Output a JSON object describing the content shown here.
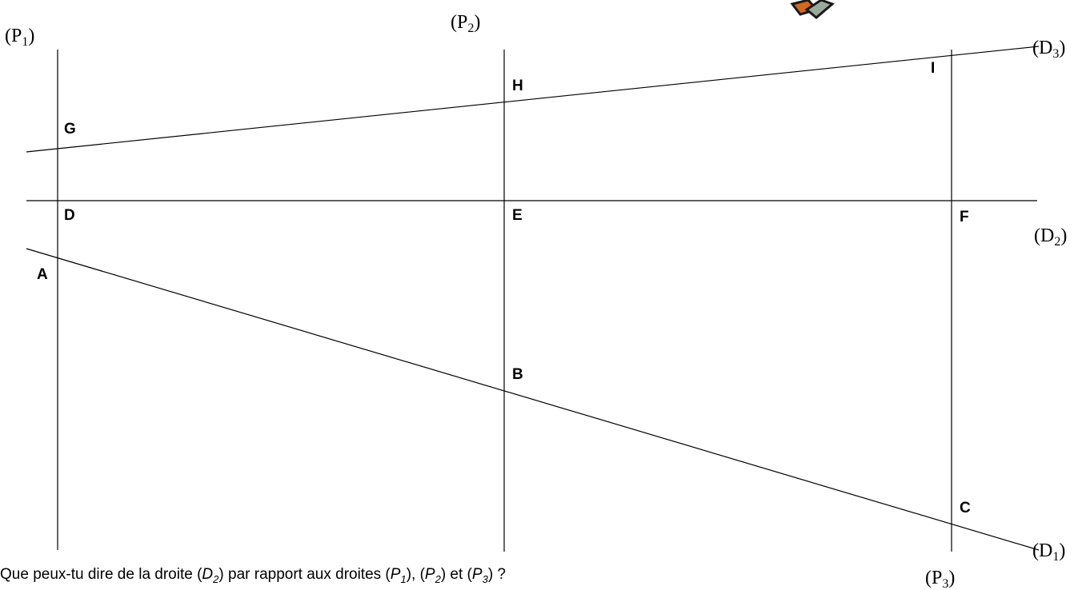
{
  "lines": {
    "P1": {
      "name": "P",
      "sub": "1"
    },
    "P2": {
      "name": "P",
      "sub": "2"
    },
    "P3": {
      "name": "P",
      "sub": "3"
    },
    "D1": {
      "name": "D",
      "sub": "1"
    },
    "D2": {
      "name": "D",
      "sub": "2"
    },
    "D3": {
      "name": "D",
      "sub": "3"
    }
  },
  "points": {
    "A": "A",
    "B": "B",
    "C": "C",
    "D": "D",
    "E": "E",
    "F": "F",
    "G": "G",
    "H": "H",
    "I": "I"
  },
  "question": {
    "t1": "Que peux-tu dire de la droite (",
    "d2": "D",
    "d2_sub": "2",
    "t2": ") par rapport aux droites (",
    "p1": "P",
    "p1_sub": "1",
    "t3": "), (",
    "p2": "P",
    "p2_sub": "2",
    "t4": ") et (",
    "p3": "P",
    "p3_sub": "3",
    "t5": ") ?"
  },
  "logo": {
    "icon": "stacked-cards-logo",
    "colors": [
      "#d2691e",
      "#1a1a1a",
      "#9aaa9a"
    ]
  }
}
